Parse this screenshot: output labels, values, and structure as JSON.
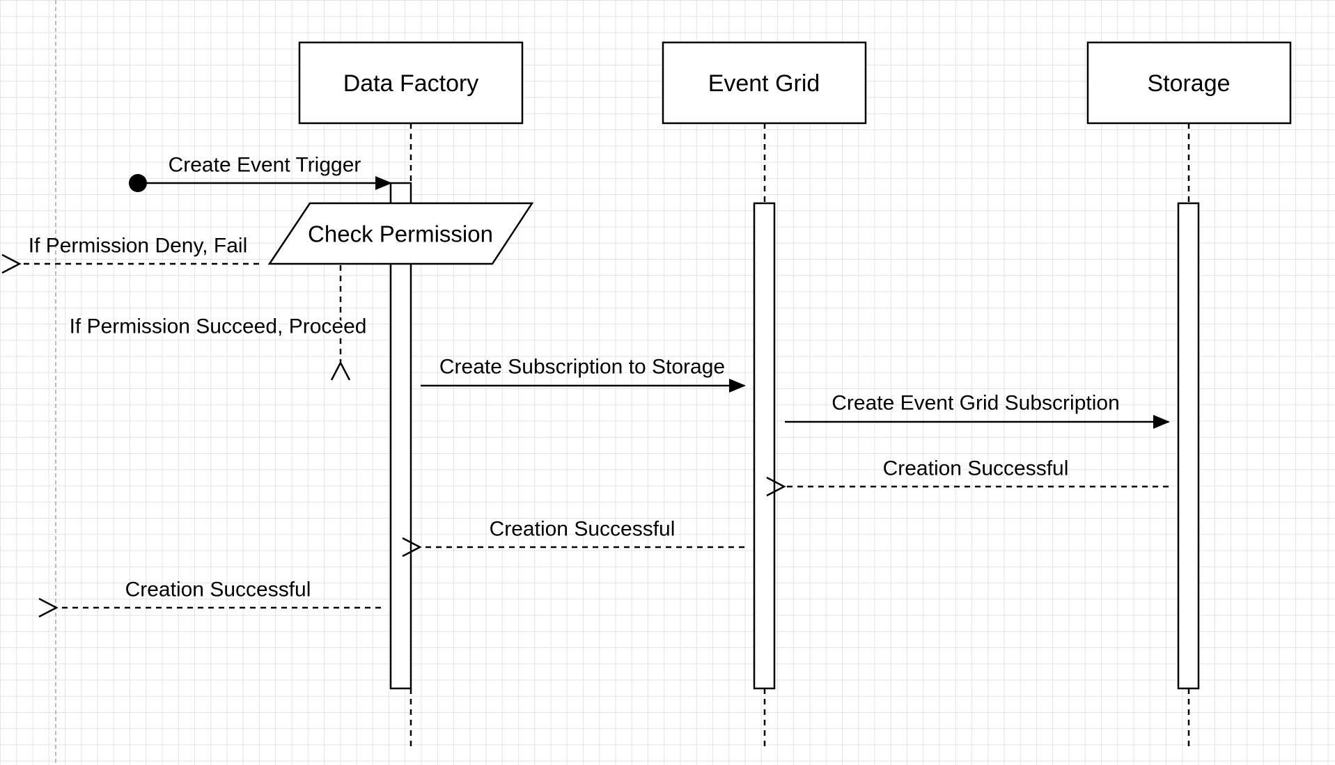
{
  "colors": {
    "stroke": "#000000",
    "background": "#ffffff",
    "grid": "#e3e3e3",
    "guide": "#bdbdbd"
  },
  "participants": [
    {
      "id": "data-factory",
      "label": "Data Factory"
    },
    {
      "id": "event-grid",
      "label": "Event Grid"
    },
    {
      "id": "storage",
      "label": "Storage"
    }
  ],
  "decision": {
    "label": "Check Permission"
  },
  "messages": {
    "create_event_trigger": "Create Event Trigger",
    "permission_deny": "If Permission Deny, Fail",
    "permission_succeed": "If Permission Succeed, Proceed",
    "create_subscription_to_storage": "Create Subscription to Storage",
    "create_event_grid_subscription": "Create Event Grid Subscription",
    "creation_successful_storage": "Creation Successful",
    "creation_successful_event_grid": "Creation Successful",
    "creation_successful_data_factory": "Creation Successful"
  }
}
